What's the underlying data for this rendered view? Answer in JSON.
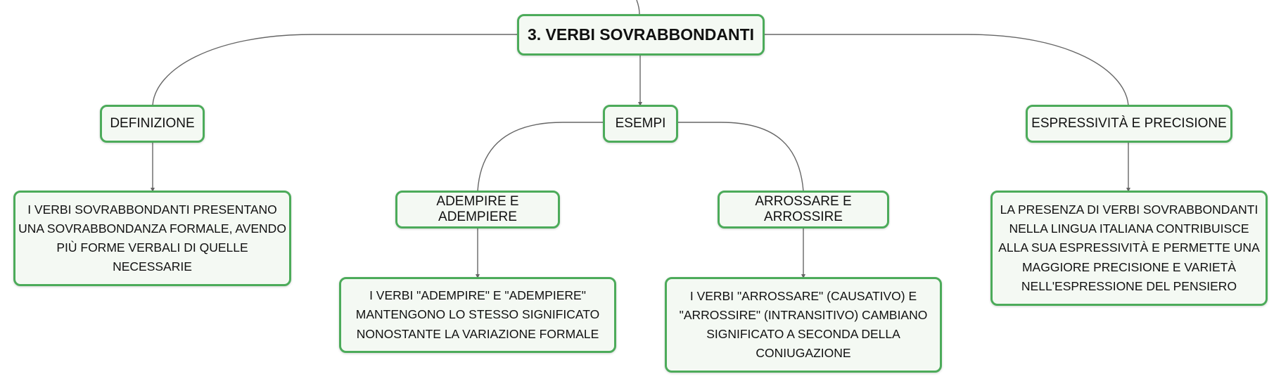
{
  "colors": {
    "node_border": "#4cab5a",
    "node_fill": "#f4f9f3",
    "connector": "#666666"
  },
  "root": {
    "label": "3. VERBI SOVRABBONDANTI"
  },
  "branches": {
    "definizione": {
      "label": "DEFINIZIONE",
      "child": "I VERBI SOVRABBONDANTI PRESENTANO UNA SOVRABBONDANZA FORMALE, AVENDO PIÙ FORME VERBALI DI QUELLE NECESSARIE"
    },
    "esempi": {
      "label": "ESEMPI",
      "adempire": {
        "label": "ADEMPIRE E ADEMPIERE",
        "child": "I VERBI \"ADEMPIRE\" E \"ADEMPIERE\" MANTENGONO LO STESSO SIGNIFICATO NONOSTANTE LA VARIAZIONE FORMALE"
      },
      "arrossare": {
        "label": "ARROSSARE E ARROSSIRE",
        "child": "I VERBI \"ARROSSARE\" (CAUSATIVO) E \"ARROSSIRE\" (INTRANSITIVO) CAMBIANO SIGNIFICATO A SECONDA DELLA CONIUGAZIONE"
      }
    },
    "espressivita": {
      "label": "ESPRESSIVITÀ E PRECISIONE",
      "child": "LA PRESENZA DI VERBI SOVRABBONDANTI NELLA LINGUA ITALIANA CONTRIBUISCE ALLA SUA ESPRESSIVITÀ E PERMETTE UNA MAGGIORE PRECISIONE E VARIETÀ NELL'ESPRESSIONE DEL PENSIERO"
    }
  }
}
